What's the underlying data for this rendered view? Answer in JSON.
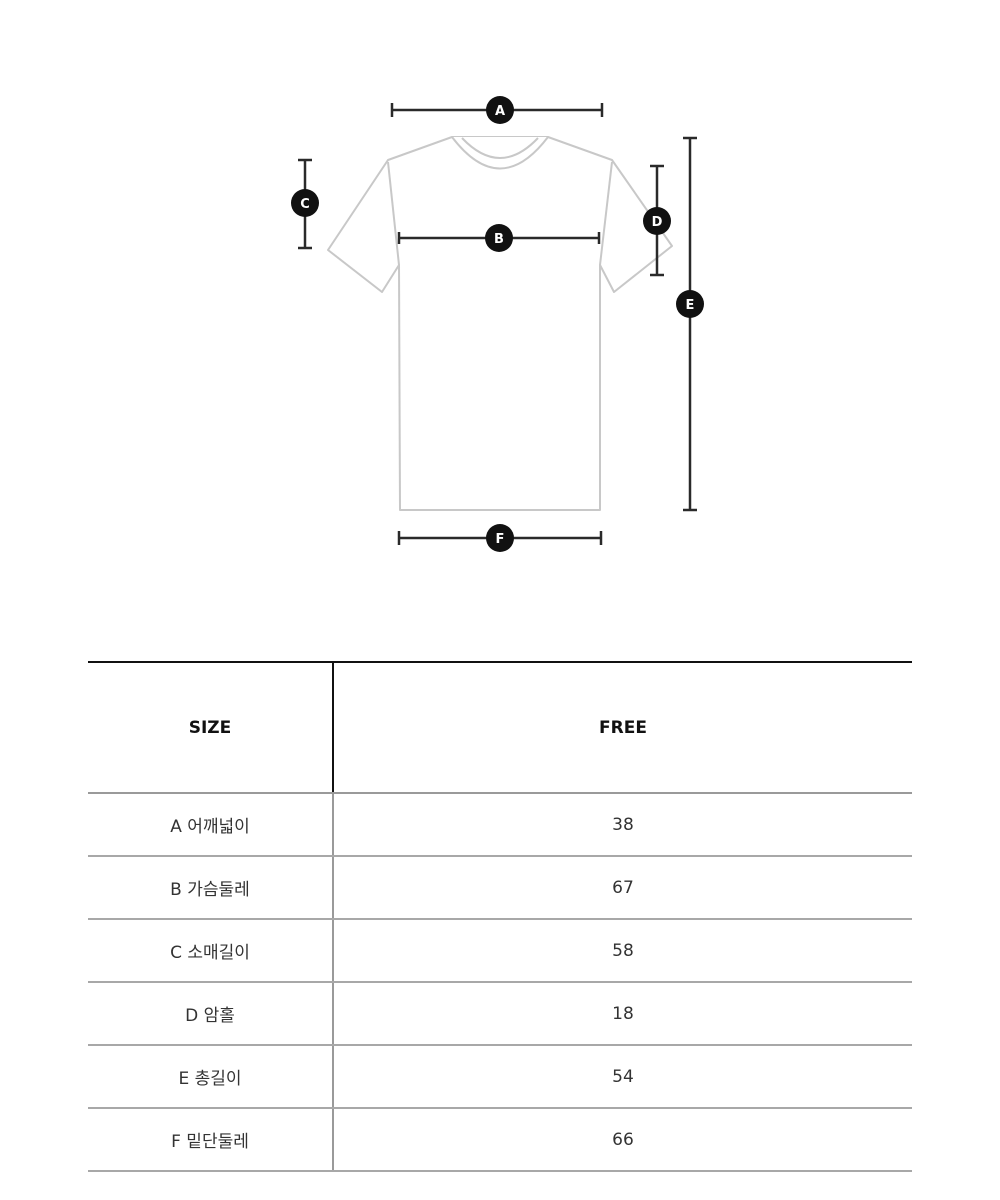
{
  "diagram": {
    "markers": [
      "A",
      "B",
      "C",
      "D",
      "E",
      "F"
    ]
  },
  "table": {
    "header": {
      "label": "SIZE",
      "value": "FREE"
    },
    "rows": [
      {
        "label": "A 어깨넓이",
        "value": "38"
      },
      {
        "label": "B 가슴둘레",
        "value": "67"
      },
      {
        "label": "C 소매길이",
        "value": "58"
      },
      {
        "label": "D 암홀",
        "value": "18"
      },
      {
        "label": "E 총길이",
        "value": "54"
      },
      {
        "label": "F 밑단둘레",
        "value": "66"
      }
    ]
  }
}
